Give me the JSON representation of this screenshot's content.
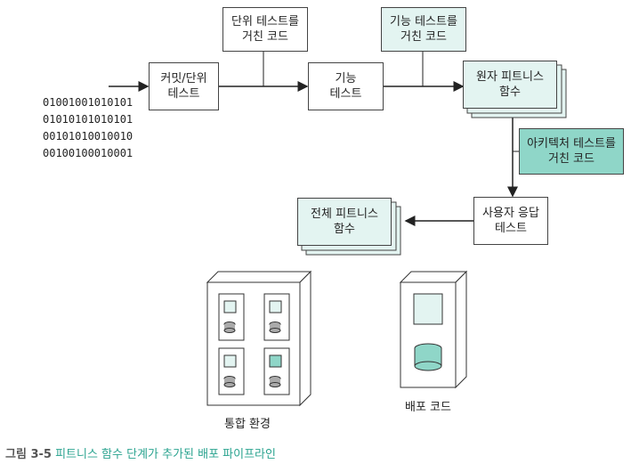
{
  "nodes": {
    "commit_test": "커밋/단위\n테스트",
    "unit_passed": "단위 테스트를\n거친 코드",
    "function_test": "기능\n테스트",
    "function_passed": "기능 테스트를\n거친 코드",
    "atomic_functions": "원자 피트니스\n함수",
    "architecture_passed": "아키텍처 테스트를\n거친 코드",
    "user_acceptance": "사용자 응답\n테스트",
    "holistic_functions": "전체 피트니스\n함수"
  },
  "binary_lines": [
    "01001001010101",
    "01010101010101",
    "00101010010010",
    "00100100010001"
  ],
  "integration_label": "통합 환경",
  "deploy_label": "배포 코드",
  "caption": {
    "number": "그림 3-5",
    "title": "피트니스 함수 단계가 추가된 배포 파이프라인"
  },
  "colors": {
    "teal": "#8fd6c8",
    "teal_light": "#e3f4f1",
    "caption_accent": "#2aa38f"
  }
}
